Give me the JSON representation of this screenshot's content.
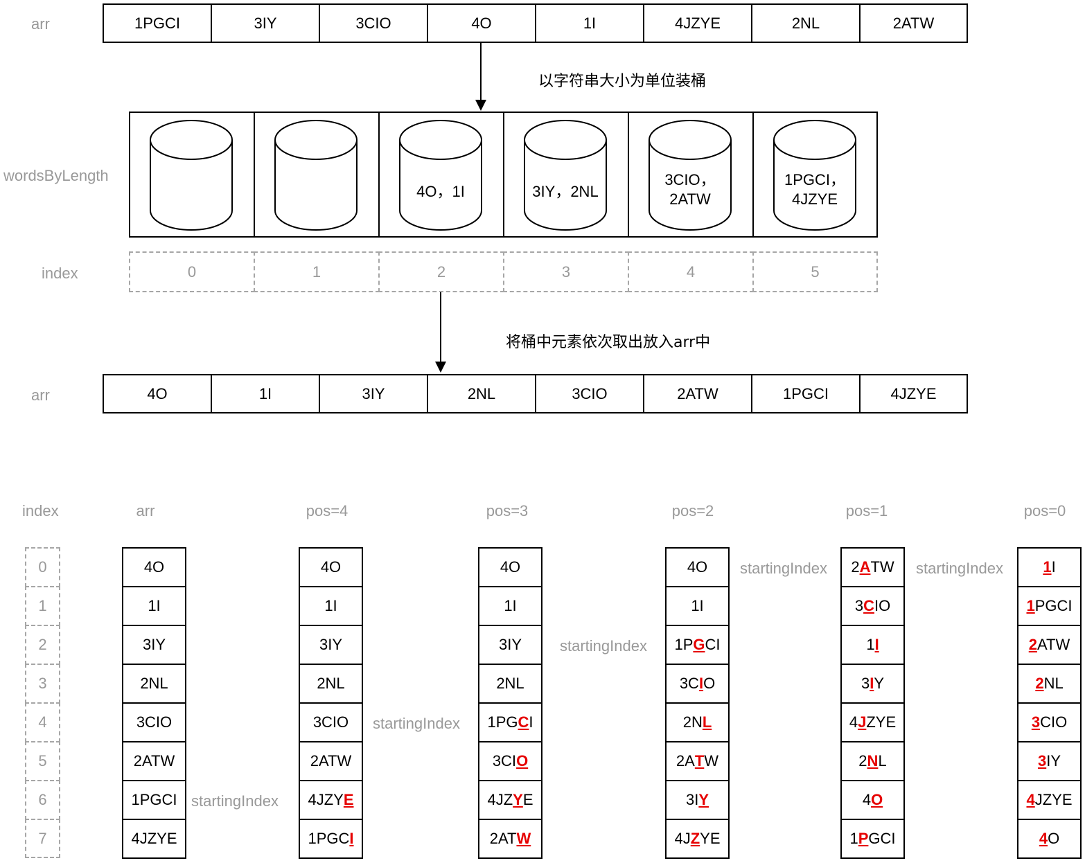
{
  "top": {
    "arr_label": "arr",
    "arr_values": [
      "1PGCI",
      "3IY",
      "3CIO",
      "4O",
      "1I",
      "4JZYE",
      "2NL",
      "2ATW"
    ],
    "step1_note": "以字符串大小为单位装桶",
    "buckets_label": "wordsByLength",
    "buckets": [
      {
        "lines": []
      },
      {
        "lines": []
      },
      {
        "lines": [
          "4O，1I"
        ]
      },
      {
        "lines": [
          "3IY，2NL"
        ]
      },
      {
        "lines": [
          "3CIO，",
          "2ATW"
        ]
      },
      {
        "lines": [
          "1PGCI，",
          "4JZYE"
        ]
      }
    ],
    "index_label": "index",
    "index_values": [
      "0",
      "1",
      "2",
      "3",
      "4",
      "5"
    ],
    "step2_note": "将桶中元素依次取出放入arr中",
    "arr2_label": "arr",
    "arr2_values": [
      "4O",
      "1I",
      "3IY",
      "2NL",
      "3CIO",
      "2ATW",
      "1PGCI",
      "4JZYE"
    ]
  },
  "bottom": {
    "index_label": "index",
    "index_values": [
      "0",
      "1",
      "2",
      "3",
      "4",
      "5",
      "6",
      "7"
    ],
    "starting_index_label": "startingIndex",
    "columns": [
      {
        "title": "arr",
        "starting_index_row": 6,
        "items": [
          {
            "t": "4O"
          },
          {
            "t": "1I"
          },
          {
            "t": "3IY"
          },
          {
            "t": "2NL"
          },
          {
            "t": "3CIO"
          },
          {
            "t": "2ATW"
          },
          {
            "t": "1PGCI"
          },
          {
            "t": "4JZYE"
          }
        ]
      },
      {
        "title": "pos=4",
        "starting_index_row": 4,
        "items": [
          {
            "t": "4O"
          },
          {
            "t": "1I"
          },
          {
            "t": "3IY"
          },
          {
            "t": "2NL"
          },
          {
            "t": "3CIO"
          },
          {
            "t": "2ATW"
          },
          {
            "t": "4JZYE",
            "h": 4
          },
          {
            "t": "1PGCI",
            "h": 4
          }
        ]
      },
      {
        "title": "pos=3",
        "starting_index_row": 2,
        "items": [
          {
            "t": "4O"
          },
          {
            "t": "1I"
          },
          {
            "t": "3IY"
          },
          {
            "t": "2NL"
          },
          {
            "t": "1PGCI",
            "h": 3
          },
          {
            "t": "3CIO",
            "h": 3
          },
          {
            "t": "4JZYE",
            "h": 3
          },
          {
            "t": "2ATW",
            "h": 3
          }
        ]
      },
      {
        "title": "pos=2",
        "starting_index_row": 0,
        "items": [
          {
            "t": "4O"
          },
          {
            "t": "1I"
          },
          {
            "t": "1PGCI",
            "h": 2
          },
          {
            "t": "3CIO",
            "h": 2
          },
          {
            "t": "2NL",
            "h": 2
          },
          {
            "t": "2ATW",
            "h": 2
          },
          {
            "t": "3IY",
            "h": 2
          },
          {
            "t": "4JZYE",
            "h": 2
          }
        ]
      },
      {
        "title": "pos=1",
        "starting_index_row": 0,
        "items": [
          {
            "t": "2ATW",
            "h": 1
          },
          {
            "t": "3CIO",
            "h": 1
          },
          {
            "t": "1I",
            "h": 1
          },
          {
            "t": "3IY",
            "h": 1
          },
          {
            "t": "4JZYE",
            "h": 1
          },
          {
            "t": "2NL",
            "h": 1
          },
          {
            "t": "4O",
            "h": 1
          },
          {
            "t": "1PGCI",
            "h": 1
          }
        ]
      },
      {
        "title": "pos=0",
        "starting_index_row": null,
        "items": [
          {
            "t": "1I",
            "h": 0
          },
          {
            "t": "1PGCI",
            "h": 0
          },
          {
            "t": "2ATW",
            "h": 0
          },
          {
            "t": "2NL",
            "h": 0
          },
          {
            "t": "3CIO",
            "h": 0
          },
          {
            "t": "3IY",
            "h": 0
          },
          {
            "t": "4JZYE",
            "h": 0
          },
          {
            "t": "4O",
            "h": 0
          }
        ]
      }
    ]
  },
  "colors": {
    "highlight": "#e60000",
    "label_gray": "#999999",
    "dashed_border": "#a6a6a6"
  }
}
